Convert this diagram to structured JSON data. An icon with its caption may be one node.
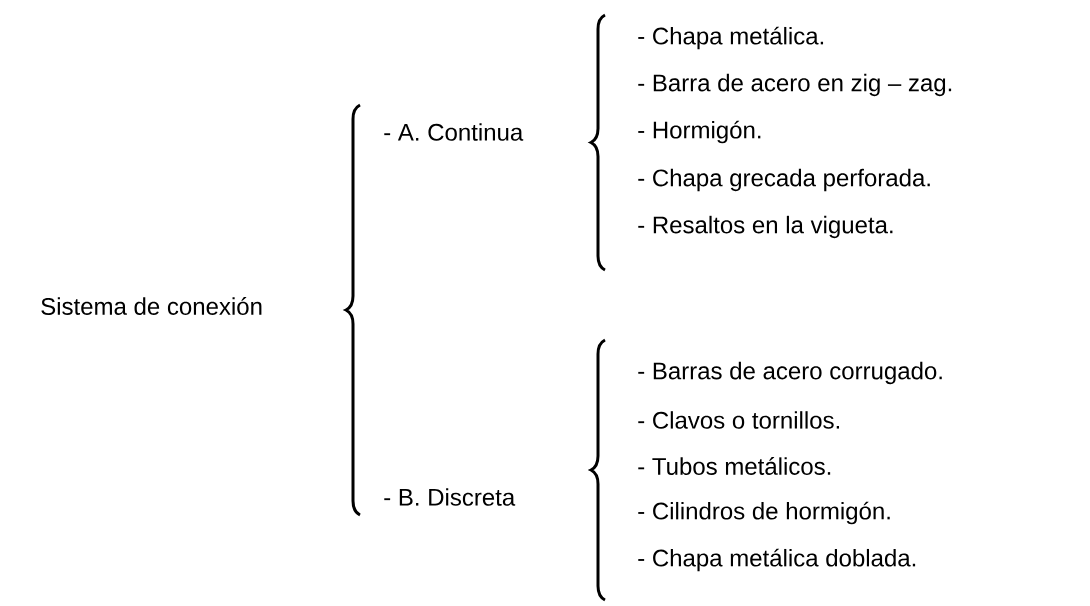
{
  "diagram": {
    "labels": [
      "- Chapa metálica.",
      "- Barra de acero en zig – zag.",
      "- A. Continua",
      "- Hormigón.",
      "- Chapa grecada perforada.",
      "- Resaltos en la vigueta.",
      "Sistema de conexión",
      "- Barras de acero corrugado.",
      "- Clavos o tornillos.",
      "- B. Discreta",
      "- Tubos metálicos.",
      "- Cilindros de hormigón.",
      "- Chapa metálica doblada."
    ]
  }
}
